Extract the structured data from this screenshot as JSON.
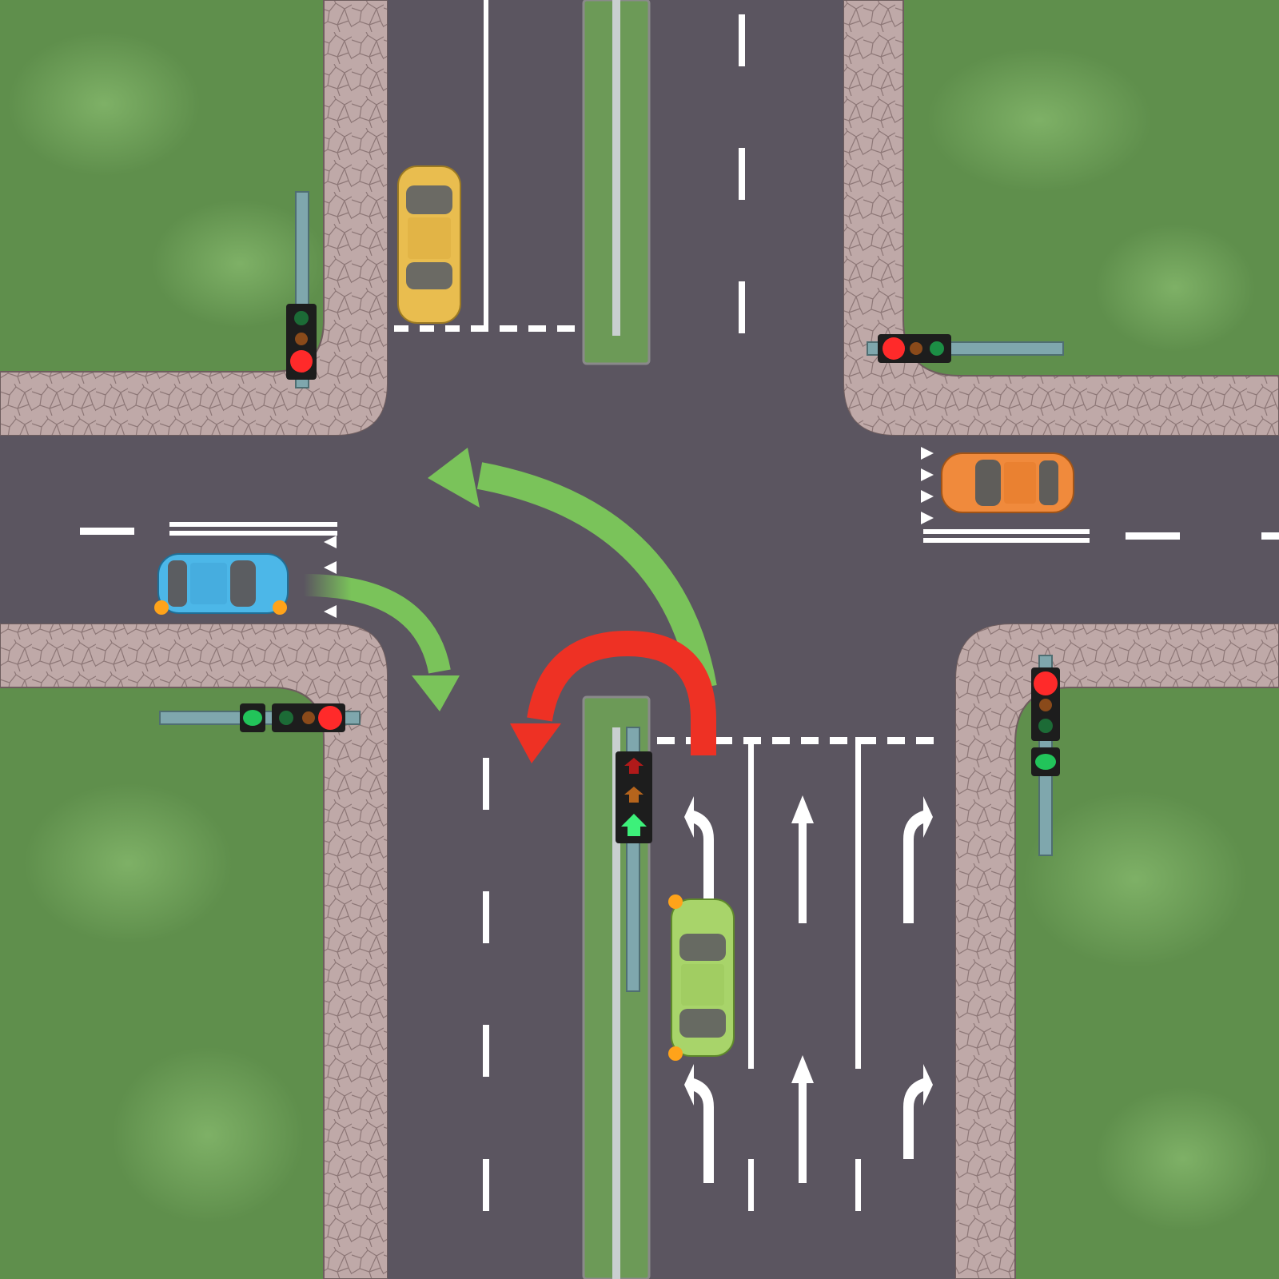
{
  "colors": {
    "grass": "#5f8f4c",
    "grass_light": "#79ad63",
    "sidewalk": "#bfa9a8",
    "sidewalk_crack": "#8d7777",
    "asphalt": "#5b5560",
    "marking": "#ffffff",
    "median_grass": "#6c9a57",
    "pole": "#7fa7ad",
    "signal_housing": "#1d1d1d",
    "signal_red": "#ff2a2a",
    "signal_amber": "#e07a1f",
    "signal_green": "#22c45a",
    "arrow_allowed": "#7ac35a",
    "arrow_forbidden": "#ee3124",
    "indicator": "#ffa31a"
  },
  "vehicles": [
    {
      "id": "yellow-car",
      "color": "#e9bd4f",
      "heading": "south",
      "lane": "northbound-approach-left"
    },
    {
      "id": "orange-car",
      "color": "#f08a3c",
      "heading": "west",
      "lane": "eastern-approach"
    },
    {
      "id": "blue-car",
      "color": "#4cb7e8",
      "heading": "east",
      "lane": "western-approach",
      "indicator": "right"
    },
    {
      "id": "green-car",
      "color": "#a8d46a",
      "heading": "north",
      "lane": "southern-approach-left",
      "indicator": "left"
    }
  ],
  "maneuvers": [
    {
      "id": "green-car-left-turn",
      "status": "allowed"
    },
    {
      "id": "green-car-u-turn",
      "status": "forbidden"
    },
    {
      "id": "blue-car-right-turn",
      "status": "allowed"
    }
  ],
  "signals": [
    {
      "id": "signal-northwest",
      "active": "red"
    },
    {
      "id": "signal-northeast",
      "active": "red"
    },
    {
      "id": "signal-southwest",
      "active": "red",
      "extra_section": "green-arrow"
    },
    {
      "id": "signal-southeast",
      "active": "red",
      "extra_section": "green-arrow"
    },
    {
      "id": "signal-median",
      "active": "green",
      "type": "arrow-signal"
    }
  ]
}
